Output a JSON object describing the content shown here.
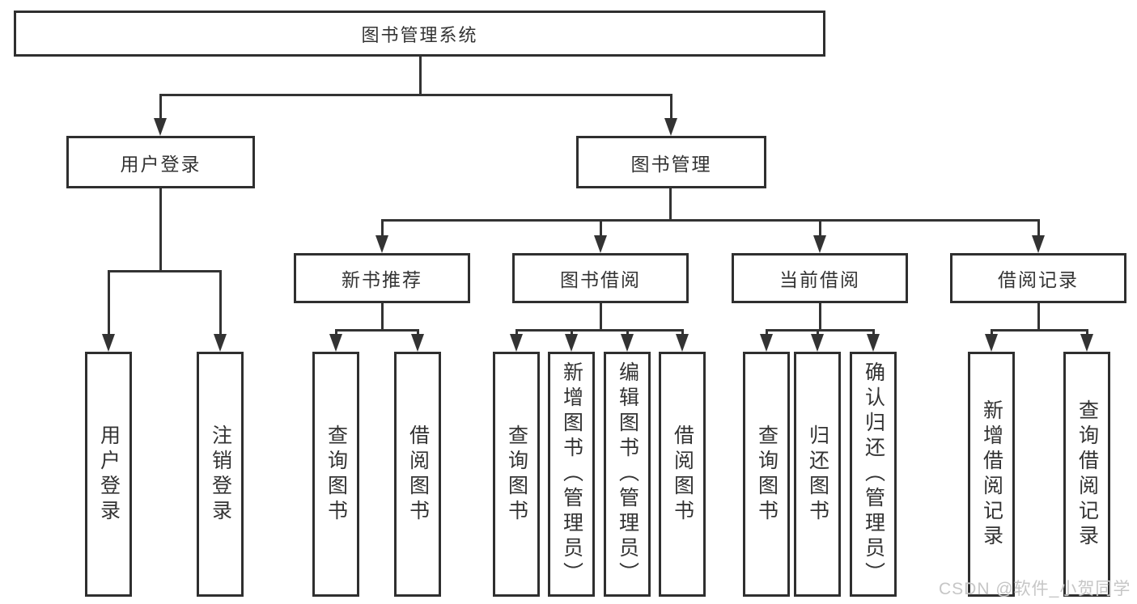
{
  "watermark": "CSDN @软件_小贺同学",
  "colors": {
    "line": "#333333",
    "box_border": "#2f2f2f",
    "text": "#333333",
    "background": "#ffffff",
    "watermark": "#c6c6c6"
  },
  "tree": {
    "root": {
      "label": "图书管理系统",
      "children": [
        {
          "label": "用户登录",
          "children": [
            {
              "label": "用户登录"
            },
            {
              "label": "注销登录"
            }
          ]
        },
        {
          "label": "图书管理",
          "children": [
            {
              "label": "新书推荐",
              "children": [
                {
                  "label": "查询图书"
                },
                {
                  "label": "借阅图书"
                }
              ]
            },
            {
              "label": "图书借阅",
              "children": [
                {
                  "label": "查询图书"
                },
                {
                  "label": "新增图书（管理员）"
                },
                {
                  "label": "编辑图书（管理员）"
                },
                {
                  "label": "借阅图书"
                }
              ]
            },
            {
              "label": "当前借阅",
              "children": [
                {
                  "label": "查询图书"
                },
                {
                  "label": "归还图书"
                },
                {
                  "label": "确认归还（管理员）"
                }
              ]
            },
            {
              "label": "借阅记录",
              "children": [
                {
                  "label": "新增借阅记录"
                },
                {
                  "label": "查询借阅记录"
                }
              ]
            }
          ]
        }
      ]
    }
  }
}
